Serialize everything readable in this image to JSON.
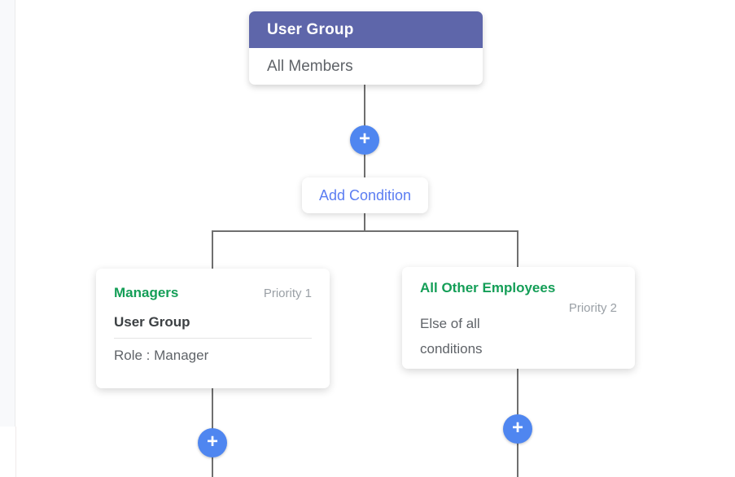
{
  "theme": {
    "color-header": "#5e66aa",
    "color-accent": "#4f86f0",
    "color-link": "#5b7df2",
    "color-green": "#149e57",
    "color-line": "#6f6f6f",
    "color-text": "#5f6368",
    "color-muted": "#9aa0a6",
    "color-title-dark": "#3c4043"
  },
  "icons": {
    "plus": "+"
  },
  "root_card": {
    "title": "User Group",
    "subtitle": "All Members"
  },
  "add_condition": {
    "label": "Add Condition"
  },
  "branches": [
    {
      "title": "Managers",
      "priority": "Priority 1",
      "field_label": "User Group",
      "condition": "Role : Manager"
    },
    {
      "title": "All Other Employees",
      "priority": "Priority 2",
      "condition": "Else of all conditions"
    }
  ]
}
